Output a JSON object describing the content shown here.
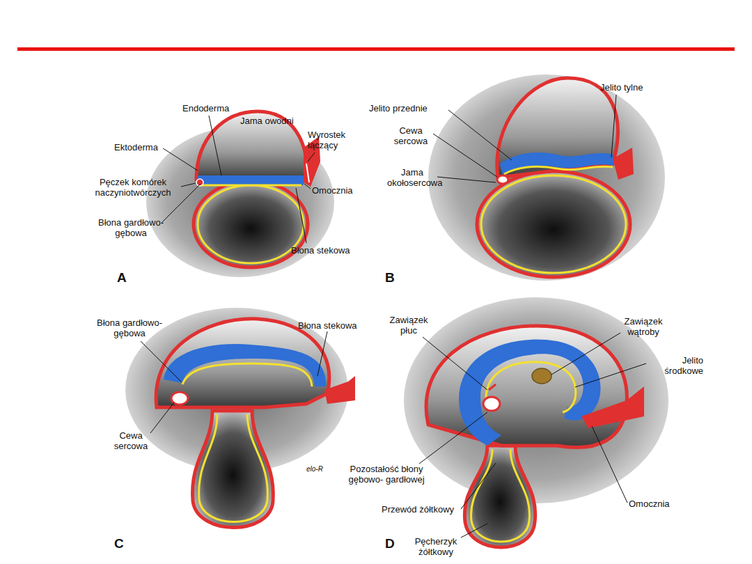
{
  "diagram": {
    "labels": [
      "Endoderma",
      "Jama owodni",
      "Ektoderma",
      "Wyrostek łączący",
      "Pęczek komórek naczyniotwórczych",
      "Omocznia",
      "Błona gardłowo- gębowa",
      "Błona stekowa",
      "A",
      "Jelito tylne",
      "Jelito przednie",
      "Cewa sercowa",
      "Jama okołosercowa",
      "B",
      "Błona gardłowo- gębowa",
      "Błona stekowa",
      "Cewa sercowa",
      "elo-R",
      "C",
      "Zawiązek płuc",
      "Zawiązek wątroby",
      "Jelito środkowe",
      "Pozostałość błony gębowo- gardłowej",
      "Omocznia",
      "Przewód żółtkowy",
      "Pęcherzyk żółtkowy",
      "D"
    ]
  }
}
